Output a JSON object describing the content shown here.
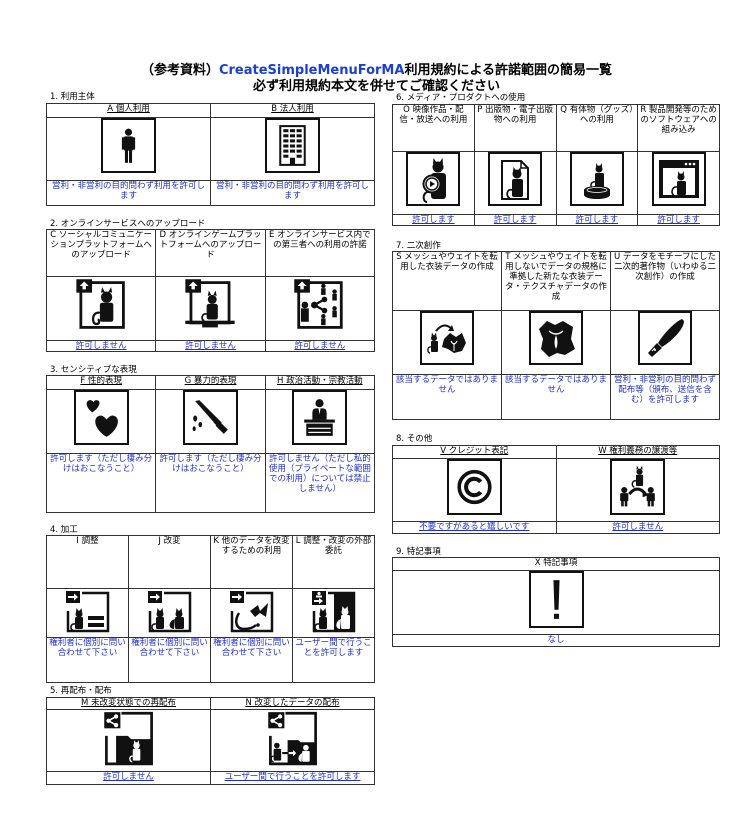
{
  "header": {
    "title_prefix": "（参考資料）",
    "title_brand": "CreateSimpleMenuForMA",
    "title_suffix": "利用規約による許諾範囲の簡易一覧",
    "subtitle": "必ず利用規約本文を併せてご確認ください",
    "brand_color": "#1a3fd1"
  },
  "sections": [
    {
      "label": "1. 利用主体",
      "items": [
        {
          "head": "A 個人利用",
          "icon": "person-icon",
          "text": "営利・非営利の目的問わず利用を許可します"
        },
        {
          "head": "B 法人利用",
          "icon": "office-building-icon",
          "text": "営利・非営利の目的問わず利用を許可します"
        }
      ]
    },
    {
      "label": "2. オンラインサービスへのアップロード",
      "items": [
        {
          "head": "C ソーシャルコミュニケーションプラットフォームへのアップロード",
          "icon": "upload-avatar-icon",
          "text": "許可しません"
        },
        {
          "head": "D オンラインゲームプラットフォームへのアップロード",
          "icon": "upload-monitor-icon",
          "text": "許可しません"
        },
        {
          "head": "E オンラインサービス内での第三者への利用の許諾",
          "icon": "upload-share-icon",
          "text": "許可しません"
        }
      ]
    },
    {
      "label": "3. センシティブな表現",
      "items": [
        {
          "head": "F 性的表現",
          "icon": "hearts-icon",
          "text": "許可します（ただし棲み分けはおこなうこと）"
        },
        {
          "head": "G 暴力的表現",
          "icon": "knife-icon",
          "text": "許可します（ただし棲み分けはおこなうこと）"
        },
        {
          "head": "H 政治活動・宗教活動",
          "icon": "podium-speaker-icon",
          "text": "許可しません（ただし私的使用（プライベートな範囲での利用）については禁止しません）"
        }
      ]
    },
    {
      "label": "4. 加工",
      "items": [
        {
          "head": "I 調整",
          "icon": "adjust-equal-icon",
          "text": "権利者に個別に問い合わせて下さい"
        },
        {
          "head": "J 改変",
          "icon": "modify-icon",
          "text": "権利者に個別に問い合わせて下さい"
        },
        {
          "head": "K 他のデータを改変するための利用",
          "icon": "parts-reuse-icon",
          "text": "権利者に個別に問い合わせて下さい"
        },
        {
          "head": "L 調整・改変の外部委託",
          "icon": "outsource-icon",
          "text": "ユーザー間で行うことを許可します"
        }
      ]
    },
    {
      "label": "5. 再配布・配布",
      "items": [
        {
          "head": "M 未改変状態での再配布",
          "icon": "share-folder-icon",
          "text": "許可しません"
        },
        {
          "head": "N 改変したデータの配布",
          "icon": "share-modified-icon",
          "text": "ユーザー間で行うことを許可します"
        }
      ]
    },
    {
      "label": "6. メディア・プロダクトへの使用",
      "items": [
        {
          "head": "O 映像作品・配信・放送への利用",
          "icon": "video-play-icon",
          "text": "許可します"
        },
        {
          "head": "P 出版物・電子出版物への利用",
          "icon": "publication-icon",
          "text": "許可します"
        },
        {
          "head": "Q 有体物（グッズ）への利用",
          "icon": "figure-goods-icon",
          "text": "許可します"
        },
        {
          "head": "R 製品開発等のためのソフトウェアへの組み込み",
          "icon": "software-window-icon",
          "text": "許可します"
        }
      ]
    },
    {
      "label": "7. 二次創作",
      "items": [
        {
          "head": "S メッシュやウェイトを転用した衣装データの作成",
          "icon": "outfit-transfer-icon",
          "text": "該当するデータではありません"
        },
        {
          "head": "T メッシュやウェイトを転用しないでデータの規格に準拠した新たな衣装データ・テクスチャデータの作成",
          "icon": "outfit-icon",
          "text": "該当するデータではありません"
        },
        {
          "head": "U データをモチーフにした二次的著作物（いわゆる二次創作）の作成",
          "icon": "pen-nib-icon",
          "text": "営利・非営利の目的問わず配布等（頒布、送信を含む）を許可します"
        }
      ]
    },
    {
      "label": "8. その他",
      "items": [
        {
          "head": "V クレジット表記",
          "icon": "copyright-icon",
          "text": "不要ですがあると嬉しいです"
        },
        {
          "head": "W 権利義務の譲渡等",
          "icon": "transfer-rights-icon",
          "text": "許可しません"
        }
      ]
    },
    {
      "label": "9. 特記事項",
      "items": [
        {
          "head": "X 特記事項",
          "icon": "exclamation-icon",
          "text": "なし"
        }
      ]
    }
  ]
}
